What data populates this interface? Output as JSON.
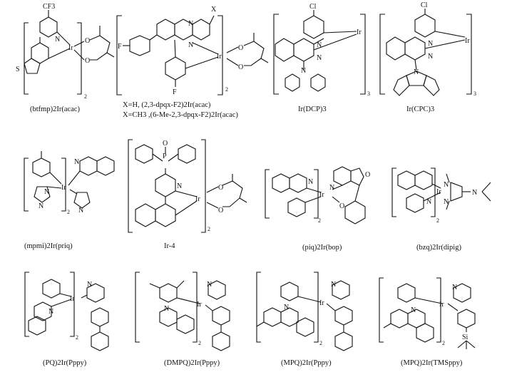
{
  "compounds": [
    {
      "id": "c1",
      "caption": "(btfmp)2Ir(acac)",
      "atoms": [
        "CF3",
        "N",
        "O",
        "O",
        "S",
        "Ir"
      ],
      "subscript": "2"
    },
    {
      "id": "c2",
      "caption": "X=H, (2,3-dpqx-F2)2Ir(acac)",
      "caption2": "X=CH3 ,(6-Me-2,3-dpqx-F2)2Ir(acac)",
      "atoms": [
        "X",
        "N",
        "N",
        "F",
        "F",
        "Ir",
        "O",
        "O"
      ],
      "subscript": "2"
    },
    {
      "id": "c3",
      "caption": "Ir(DCP)3",
      "atoms": [
        "Cl",
        "N",
        "N",
        "N",
        "Ir"
      ],
      "subscript": "3"
    },
    {
      "id": "c4",
      "caption": "Ir(CPC)3",
      "atoms": [
        "Cl",
        "N",
        "N",
        "N",
        "Ir"
      ],
      "subscript": "3"
    },
    {
      "id": "c5",
      "caption": "(mpmi)2Ir(priq)",
      "atoms": [
        "N",
        "N",
        "Ir",
        "N",
        "N"
      ],
      "subscript": "2"
    },
    {
      "id": "c6",
      "caption": "Ir-4",
      "atoms": [
        "O",
        "P",
        "N",
        "Ir",
        "O",
        "O"
      ],
      "subscript": "2"
    },
    {
      "id": "c7",
      "caption": "(piq)2Ir(bop)",
      "atoms": [
        "N",
        "Ir",
        "O",
        "N",
        "O"
      ],
      "subscript": "2"
    },
    {
      "id": "c8",
      "caption": "(bzq)2Ir(dipig)",
      "atoms": [
        "N",
        "Ir",
        "N",
        "N",
        "N"
      ],
      "subscript": "2"
    },
    {
      "id": "c9",
      "caption": "(PQ)2Ir(Pppy)",
      "atoms": [
        "N",
        "Ir",
        "N"
      ],
      "subscript": "2"
    },
    {
      "id": "c10",
      "caption": "(DMPQ)2Ir(Pppy)",
      "atoms": [
        "Ir",
        "N",
        "N"
      ],
      "subscript": "2"
    },
    {
      "id": "c11",
      "caption": "(MPQ)2Ir(Pppy)",
      "atoms": [
        "Ir",
        "N",
        "N"
      ],
      "subscript": "2"
    },
    {
      "id": "c12",
      "caption": "(MPQ)2Ir(TMSppy)",
      "atoms": [
        "Ir",
        "N",
        "N",
        "Si"
      ],
      "subscript": "2"
    }
  ]
}
